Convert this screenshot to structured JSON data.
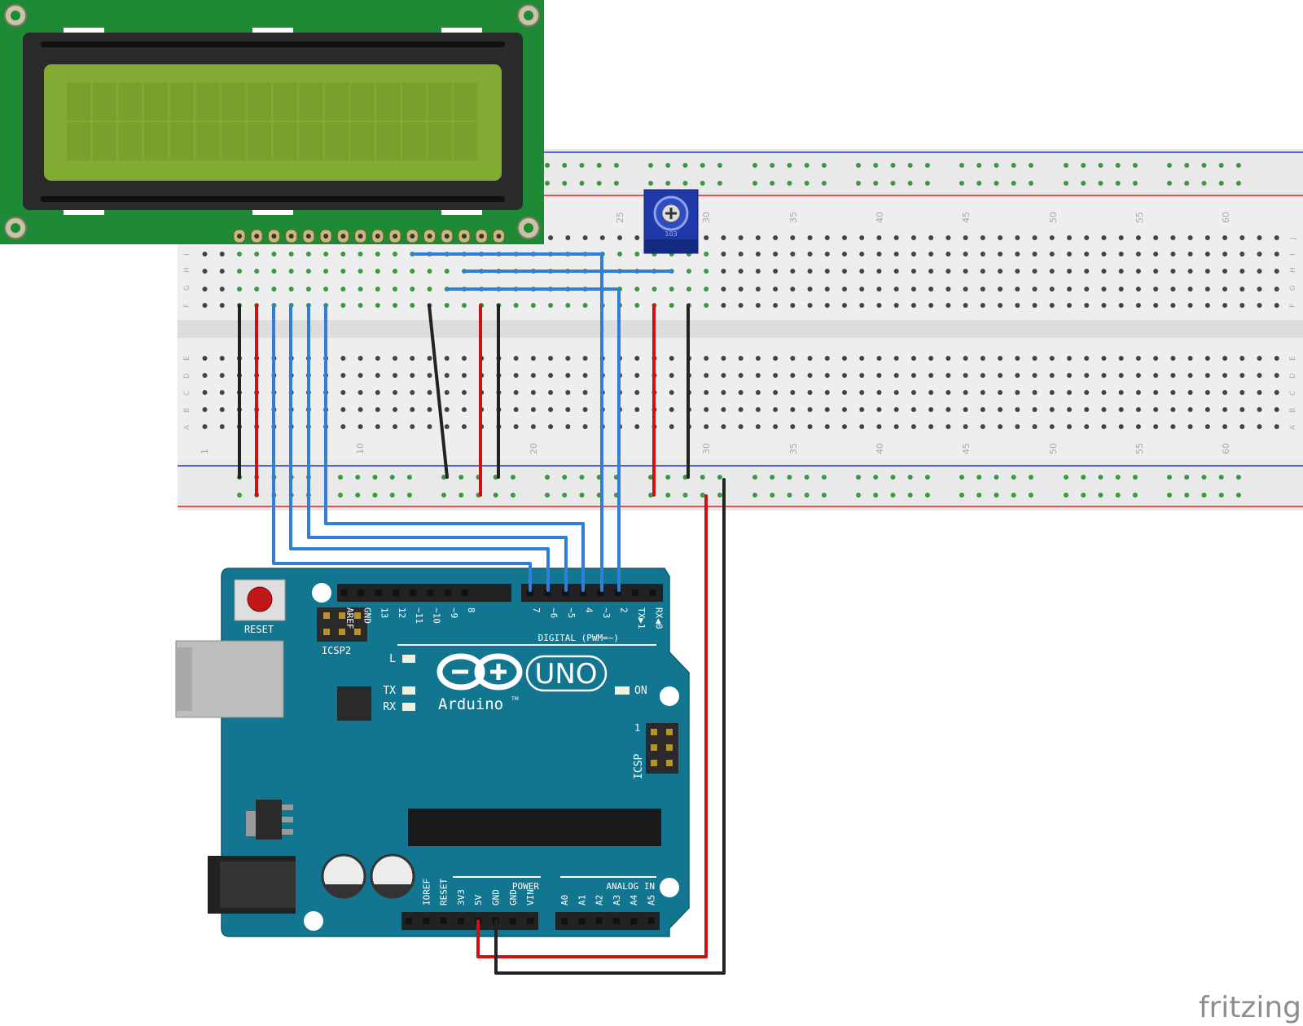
{
  "colors": {
    "lcd_pcb": "#1e8a35",
    "lcd_screen": "#82ab33",
    "arduino_board": "#127691",
    "wire_blue": "#2f7fd6",
    "wire_red": "#cc1111",
    "wire_black": "#222222",
    "breadboard": "#ececec",
    "potentiometer": "#1f3aa8"
  },
  "breadboard": {
    "row_letters_top": [
      "J",
      "I",
      "H",
      "G",
      "F"
    ],
    "row_letters_bottom": [
      "E",
      "D",
      "C",
      "B",
      "A"
    ],
    "column_numbers_top": [
      "25",
      "30",
      "35",
      "40",
      "45",
      "50",
      "55",
      "60"
    ],
    "column_numbers_bottom": [
      "1",
      "10",
      "20",
      "30",
      "35",
      "40",
      "45",
      "50",
      "55",
      "60"
    ]
  },
  "arduino": {
    "reset_label": "RESET",
    "icsp2_label": "ICSP2",
    "icsp_label": "ICSP",
    "icsp_pin1": "1",
    "led_l": "L",
    "led_tx": "TX",
    "led_rx": "RX",
    "led_on": "ON",
    "brand": "Arduino",
    "trademark": "TM",
    "model": "UNO",
    "digital_label": "DIGITAL (PWM=~)",
    "digital_pins": [
      "AREF",
      "GND",
      "13",
      "12",
      "~11",
      "~10",
      "~9",
      "8",
      "7",
      "~6",
      "~5",
      "4",
      "~3",
      "2",
      "TX▶1",
      "RX◀0"
    ],
    "power_label": "POWER",
    "power_pins": [
      "IOREF",
      "RESET",
      "3V3",
      "5V",
      "GND",
      "GND",
      "VIN"
    ],
    "analog_label": "ANALOG IN",
    "analog_pins": [
      "A0",
      "A1",
      "A2",
      "A3",
      "A4",
      "A5"
    ]
  },
  "potentiometer": {
    "label": "103"
  },
  "watermark": "fritzing"
}
